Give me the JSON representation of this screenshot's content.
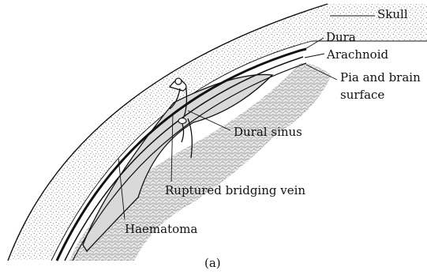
{
  "figure": {
    "labels": {
      "skull": "Skull",
      "dura": "Dura",
      "arachnoid": "Arachnoid",
      "pia_line1": "Pia and brain",
      "pia_line2": "surface",
      "dural_sinus": "Dural sinus",
      "ruptured_vein": "Ruptured bridging vein",
      "haematoma": "Haematoma"
    },
    "caption": "(a)"
  },
  "colors": {
    "ink": "#111111",
    "haematoma_fill": "#d9d9d9",
    "brain_texture": "#9a9a9a",
    "skull_stipple": "#555555"
  }
}
